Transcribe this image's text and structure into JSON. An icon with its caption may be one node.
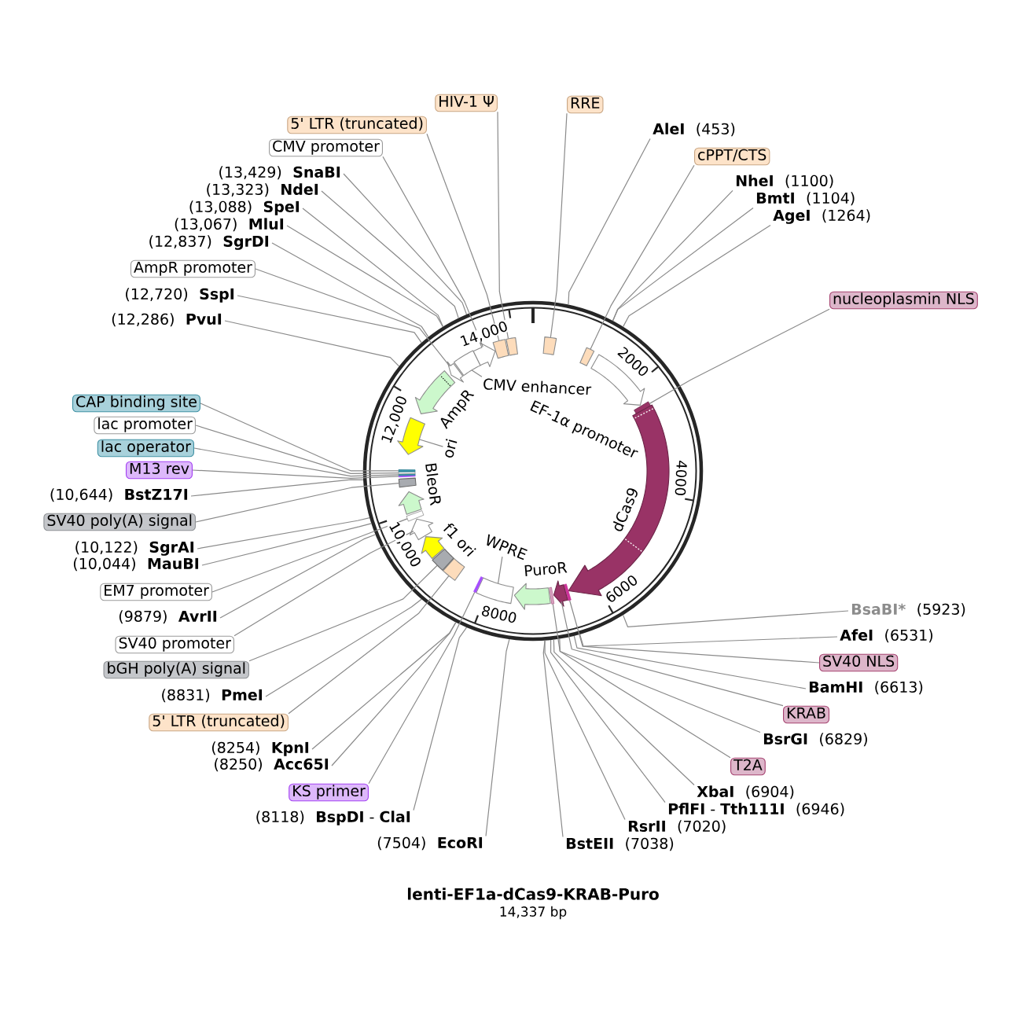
{
  "diagram": {
    "title": "lenti-EF1a-dCas9-KRAB-Puro",
    "caption": "14,337 bp",
    "nodes": [
      {
        "text": [
          "HIV-1 Ψ"
        ]
      },
      {
        "text": [
          "RRE"
        ]
      },
      {
        "text": [
          "5' LTR (truncated)"
        ]
      },
      {
        "text": [
          "AleI"
        ],
        "beside": [
          "(453)"
        ]
      },
      {
        "text": [
          "CMV promoter"
        ]
      },
      {
        "text": [
          "cPPT/CTS"
        ]
      },
      {
        "text": [
          "SnaBI"
        ],
        "beside": [
          "(13,429)"
        ]
      },
      {
        "text": [
          "NheI"
        ],
        "beside": [
          "(1100)"
        ]
      },
      {
        "text": [
          "NdeI"
        ],
        "beside": [
          "(13,323)"
        ]
      },
      {
        "text": [
          "BmtI"
        ],
        "beside": [
          "(1104)"
        ]
      },
      {
        "text": [
          "SpeI"
        ],
        "beside": [
          "(13,088)"
        ]
      },
      {
        "text": [
          "AgeI"
        ],
        "beside": [
          "(1264)"
        ]
      },
      {
        "text": [
          "MluI"
        ],
        "beside": [
          "(13,067)"
        ]
      },
      {
        "text": [
          "SgrDI"
        ],
        "beside": [
          "(12,837)"
        ]
      },
      {
        "text": [
          "AmpR promoter"
        ]
      },
      {
        "text": [
          "SspI"
        ],
        "beside": [
          "(12,720)"
        ]
      },
      {
        "text": [
          "nucleoplasmin NLS"
        ]
      },
      {
        "text": [
          "PvuI"
        ],
        "beside": [
          "(12,286)"
        ]
      },
      {
        "text": [
          "CAP binding site"
        ]
      },
      {
        "text": [
          "lac promoter"
        ]
      },
      {
        "text": [
          "lac operator"
        ]
      },
      {
        "text": [
          "M13 rev"
        ]
      },
      {
        "text": [
          "BstZ17I"
        ],
        "beside": [
          "(10,644)"
        ]
      },
      {
        "text": [
          "SV40 poly(A) signal"
        ]
      },
      {
        "text": [
          "SgrAI"
        ],
        "beside": [
          "(10,122)"
        ]
      },
      {
        "text": [
          "MauBI"
        ],
        "beside": [
          "(10,044)"
        ]
      },
      {
        "text": [
          "EM7 promoter"
        ]
      },
      {
        "text": [
          "BsaBI*"
        ],
        "beside": [
          "(5923)"
        ]
      },
      {
        "text": [
          "AvrII"
        ],
        "beside": [
          "(9879)"
        ]
      },
      {
        "text": [
          "AfeI"
        ],
        "beside": [
          "(6531)"
        ]
      },
      {
        "text": [
          "SV40 promoter"
        ]
      },
      {
        "text": [
          "SV40 NLS"
        ]
      },
      {
        "text": [
          "bGH poly(A) signal"
        ]
      },
      {
        "text": [
          "BamHI"
        ],
        "beside": [
          "(6613)"
        ]
      },
      {
        "text": [
          "PmeI"
        ],
        "beside": [
          "(8831)"
        ]
      },
      {
        "text": [
          "KRAB"
        ]
      },
      {
        "text": [
          "5' LTR (truncated)"
        ]
      },
      {
        "text": [
          "BsrGI"
        ],
        "beside": [
          "(6829)"
        ]
      },
      {
        "text": [
          "KpnI"
        ],
        "beside": [
          "(8254)"
        ]
      },
      {
        "text": [
          "Acc65I"
        ],
        "beside": [
          "(8250)"
        ]
      },
      {
        "text": [
          "T2A"
        ]
      },
      {
        "text": [
          "KS primer"
        ]
      },
      {
        "text": [
          "XbaI"
        ],
        "beside": [
          "(6904)"
        ]
      },
      {
        "text": [
          "**PflFI** - **Tth111I**"
        ],
        "beside": [
          "(6946)"
        ]
      },
      {
        "text": [
          "**BspDI** - **ClaI**"
        ],
        "beside": [
          "(8118)"
        ]
      },
      {
        "text": [
          "RsrII"
        ],
        "beside": [
          "(7020)"
        ]
      },
      {
        "text": [
          "EcoRI"
        ],
        "beside": [
          "(7504)"
        ]
      },
      {
        "text": [
          "BstEII"
        ],
        "beside": [
          "(7038)"
        ]
      },
      {
        "text": [],
        "shape": "circle"
      },
      {
        "text": [],
        "shape": "box",
        "in": 48
      },
      {
        "text": [],
        "shape": "box",
        "in": 48
      },
      {
        "text": [
          "EF-1α promoter"
        ],
        "in": 48
      },
      {
        "text": [],
        "shape": "bar",
        "in": 48
      },
      {
        "text": [
          "dCas9"
        ],
        "in": 48
      },
      {
        "text": [],
        "shape": "bar",
        "in": 48
      },
      {
        "text": [],
        "shape": "arrow",
        "in": 48
      },
      {
        "text": [],
        "shape": "bar",
        "in": 48
      },
      {
        "text": [
          "PuroR"
        ],
        "in": 48
      },
      {
        "text": [
          "WPRE"
        ],
        "in": 48
      },
      {
        "text": [],
        "shape": "box",
        "in": 48
      },
      {
        "text": [],
        "shape": "bar",
        "in": 48
      },
      {
        "text": [],
        "shape": "box",
        "in": 48
      },
      {
        "text": [],
        "shape": "box",
        "in": 48
      },
      {
        "text": [
          "f1 ori"
        ],
        "in": 48
      },
      {
        "text": [],
        "shape": "arrow",
        "in": 48
      },
      {
        "text": [],
        "shape": "bar",
        "in": 48
      },
      {
        "text": [
          "BleoR"
        ],
        "in": 48
      },
      {
        "text": [],
        "shape": "box",
        "in": 48
      },
      {
        "text": [],
        "shape": "bar",
        "in": 48
      },
      {
        "text": [],
        "shape": "bar",
        "in": 48
      },
      {
        "text": [],
        "shape": "bar",
        "in": 48
      },
      {
        "text": [],
        "shape": "bar",
        "in": 48
      },
      {
        "text": [
          "ori"
        ],
        "in": 48
      },
      {
        "text": [],
        "shape": "arrow",
        "in": 48
      },
      {
        "text": [
          "AmpR"
        ],
        "in": 48
      },
      {
        "text": [],
        "shape": "arrow",
        "in": 48
      },
      {
        "text": [
          "CMV enhancer"
        ],
        "in": 48
      },
      {
        "text": [],
        "shape": "box",
        "in": 48
      },
      {
        "text": [],
        "shape": "arrow",
        "in": 48
      },
      {
        "text": [],
        "shape": "box",
        "in": 48
      },
      {
        "text": [],
        "shape": "box",
        "in": 48
      }
    ],
    "edges": [
      {
        "from": 0,
        "to": 80,
        "arrow": "none"
      },
      {
        "from": 1,
        "to": 49,
        "arrow": "none"
      },
      {
        "from": 2,
        "to": 79,
        "arrow": "none"
      },
      {
        "from": 3,
        "to": 48,
        "arrow": "none"
      },
      {
        "from": 4,
        "to": 78,
        "arrow": "none"
      },
      {
        "from": 5,
        "to": 50,
        "arrow": "none"
      },
      {
        "from": 6,
        "to": 48,
        "arrow": "none"
      },
      {
        "from": 7,
        "to": 48,
        "arrow": "none"
      },
      {
        "from": 8,
        "to": 48,
        "arrow": "none"
      },
      {
        "from": 9,
        "to": 48,
        "arrow": "none"
      },
      {
        "from": 10,
        "to": 48,
        "arrow": "none"
      },
      {
        "from": 11,
        "to": 48,
        "arrow": "none"
      },
      {
        "from": 12,
        "to": 48,
        "arrow": "none"
      },
      {
        "from": 13,
        "to": 48,
        "arrow": "none"
      },
      {
        "from": 14,
        "to": 75,
        "arrow": "none"
      },
      {
        "from": 15,
        "to": 48,
        "arrow": "none"
      },
      {
        "from": 16,
        "to": 52,
        "arrow": "none"
      },
      {
        "from": 17,
        "to": 48,
        "arrow": "none"
      },
      {
        "from": 18,
        "to": 71,
        "arrow": "none"
      },
      {
        "from": 19,
        "to": 70,
        "arrow": "none"
      },
      {
        "from": 20,
        "to": 69,
        "arrow": "none"
      },
      {
        "from": 21,
        "to": 68,
        "arrow": "none"
      },
      {
        "from": 22,
        "to": 48,
        "arrow": "none"
      },
      {
        "from": 23,
        "to": 67,
        "arrow": "none"
      },
      {
        "from": 24,
        "to": 48,
        "arrow": "none"
      },
      {
        "from": 25,
        "to": 48,
        "arrow": "none"
      },
      {
        "from": 26,
        "to": 65,
        "arrow": "none"
      },
      {
        "from": 27,
        "to": 48,
        "arrow": "none"
      },
      {
        "from": 28,
        "to": 48,
        "arrow": "none"
      },
      {
        "from": 29,
        "to": 48,
        "arrow": "none"
      },
      {
        "from": 30,
        "to": 64,
        "arrow": "none"
      },
      {
        "from": 31,
        "to": 54,
        "arrow": "none"
      },
      {
        "from": 32,
        "to": 62,
        "arrow": "none"
      },
      {
        "from": 33,
        "to": 48,
        "arrow": "none"
      },
      {
        "from": 34,
        "to": 48,
        "arrow": "none"
      },
      {
        "from": 35,
        "to": 55,
        "arrow": "none"
      },
      {
        "from": 36,
        "to": 61,
        "arrow": "none"
      },
      {
        "from": 37,
        "to": 48,
        "arrow": "none"
      },
      {
        "from": 38,
        "to": 48,
        "arrow": "none"
      },
      {
        "from": 39,
        "to": 48,
        "arrow": "none"
      },
      {
        "from": 40,
        "to": 56,
        "arrow": "none"
      },
      {
        "from": 41,
        "to": 60,
        "arrow": "none"
      },
      {
        "from": 42,
        "to": 48,
        "arrow": "none"
      },
      {
        "from": 43,
        "to": 48,
        "arrow": "none"
      },
      {
        "from": 44,
        "to": 48,
        "arrow": "none"
      },
      {
        "from": 45,
        "to": 48,
        "arrow": "none"
      },
      {
        "from": 46,
        "to": 48,
        "arrow": "none"
      },
      {
        "from": 47,
        "to": 48,
        "arrow": "none"
      },
      {
        "from": 58,
        "to": 59,
        "arrow": "none"
      },
      {
        "from": 72,
        "to": 73,
        "arrow": "none"
      },
      {
        "from": 76,
        "to": 77,
        "arrow": "none"
      }
    ],
    "labels": [
      "14,000",
      "2000",
      "12,000",
      "4000",
      "10,000",
      "6000",
      "8000"
    ]
  }
}
